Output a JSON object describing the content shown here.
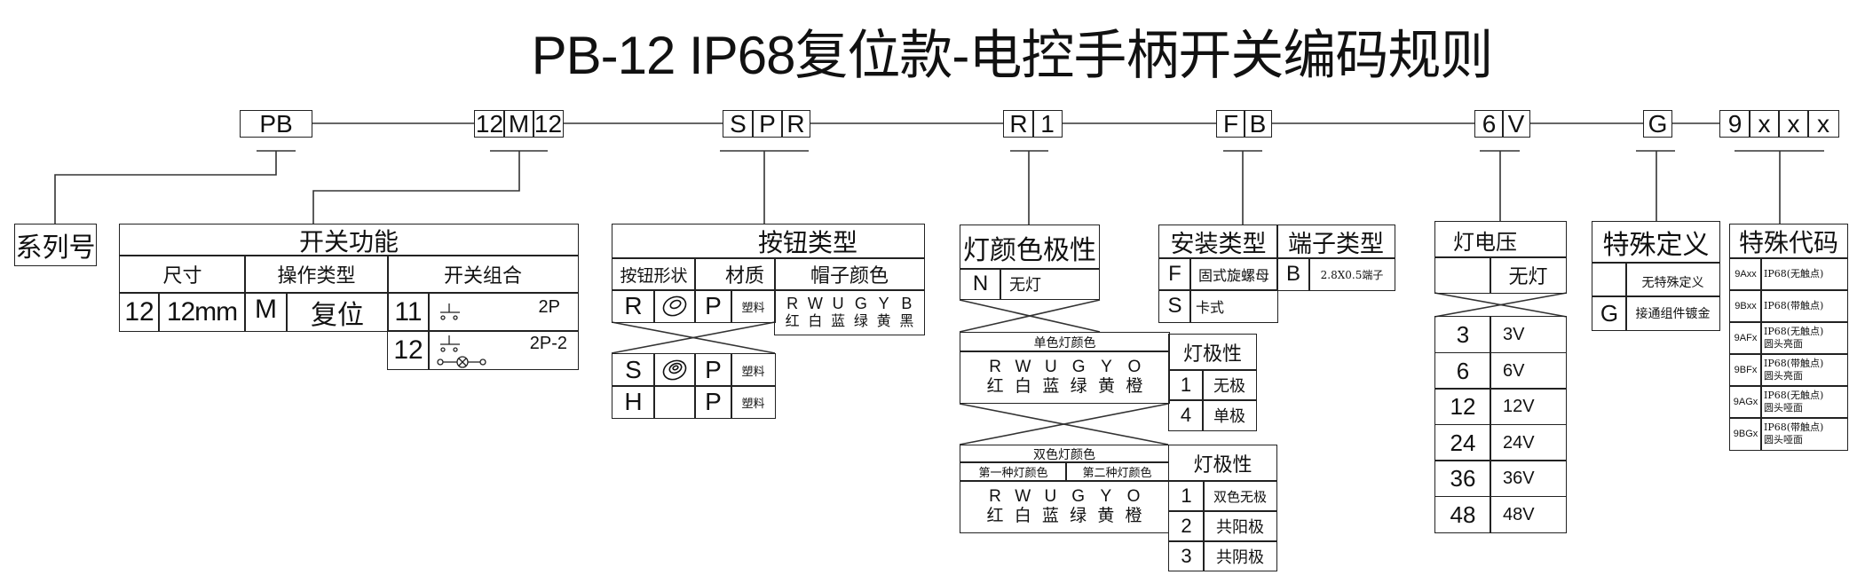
{
  "title": "PB-12 IP68复位款-电控手柄开关编码规则",
  "code_segments": [
    {
      "id": "series",
      "chars": [
        "PB"
      ]
    },
    {
      "id": "function",
      "chars": [
        "12",
        "M",
        "12"
      ]
    },
    {
      "id": "button",
      "chars": [
        "S",
        "P",
        "R"
      ]
    },
    {
      "id": "light",
      "chars": [
        "R",
        "1"
      ]
    },
    {
      "id": "install",
      "chars": [
        "F",
        "B"
      ]
    },
    {
      "id": "voltage",
      "chars": [
        "6",
        "V"
      ]
    },
    {
      "id": "special_def",
      "chars": [
        "G"
      ]
    },
    {
      "id": "special_code",
      "chars": [
        "9",
        "x",
        "x",
        "x"
      ]
    }
  ],
  "series": {
    "label": "系列号"
  },
  "switch_function": {
    "title": "开关功能",
    "headers": [
      "尺寸",
      "操作类型",
      "开关组合"
    ],
    "size": {
      "code": "12",
      "value": "12mm"
    },
    "operation": {
      "code": "M",
      "value": "复位"
    },
    "combos": [
      {
        "code": "11",
        "symbol": "switch-2p-icon",
        "value": "2P"
      },
      {
        "code": "12",
        "symbol": "switch-2p-lamp-icon",
        "value": "2P-2"
      }
    ]
  },
  "button_type": {
    "title": "按钮类型",
    "headers": [
      "按钮形状",
      "材质",
      "帽子颜色"
    ],
    "rows": [
      {
        "code": "R",
        "shape_icon": "round-button-icon",
        "material_code": "P",
        "material": "塑料"
      },
      {
        "code": "S",
        "shape_icon": "mushroom-button-icon",
        "material_code": "P",
        "material": "塑料"
      },
      {
        "code": "H",
        "shape_icon": "",
        "material_code": "P",
        "material": "塑料"
      }
    ],
    "cap_colors": {
      "codes": [
        "R",
        "W",
        "U",
        "G",
        "Y",
        "B"
      ],
      "names": [
        "红",
        "白",
        "蓝",
        "绿",
        "黄",
        "黑"
      ]
    }
  },
  "light": {
    "title": "灯颜色极性",
    "none": {
      "code": "N",
      "value": "无灯"
    },
    "single": {
      "title": "单色灯颜色",
      "codes": [
        "R",
        "W",
        "U",
        "G",
        "Y",
        "O"
      ],
      "names": [
        "红",
        "白",
        "蓝",
        "绿",
        "黄",
        "橙"
      ],
      "polarity_title": "灯极性",
      "polarity": [
        {
          "code": "1",
          "value": "无极"
        },
        {
          "code": "4",
          "value": "单极"
        }
      ]
    },
    "dual": {
      "title": "双色灯颜色",
      "sub": [
        "第一种灯颜色",
        "第二种灯颜色"
      ],
      "codes": [
        "R",
        "W",
        "U",
        "G",
        "Y",
        "O"
      ],
      "names": [
        "红",
        "白",
        "蓝",
        "绿",
        "黄",
        "橙"
      ],
      "polarity_title": "灯极性",
      "polarity": [
        {
          "code": "1",
          "value": "双色无极"
        },
        {
          "code": "2",
          "value": "共阳极"
        },
        {
          "code": "3",
          "value": "共阴极"
        }
      ]
    }
  },
  "install": {
    "title": "安装类型",
    "rows": [
      {
        "code": "F",
        "value": "固式旋螺母"
      },
      {
        "code": "S",
        "value": "卡式"
      }
    ],
    "terminal_title": "端子类型",
    "terminal": {
      "code": "B",
      "value": "2.8X0.5端子"
    }
  },
  "voltage": {
    "title": "灯电压",
    "none": {
      "code": "",
      "value": "无灯"
    },
    "rows": [
      {
        "code": "3",
        "value": "3V"
      },
      {
        "code": "6",
        "value": "6V"
      },
      {
        "code": "12",
        "value": "12V"
      },
      {
        "code": "24",
        "value": "24V"
      },
      {
        "code": "36",
        "value": "36V"
      },
      {
        "code": "48",
        "value": "48V"
      }
    ]
  },
  "special_def": {
    "title": "特殊定义",
    "rows": [
      {
        "code": "",
        "value": "无特殊定义"
      },
      {
        "code": "G",
        "value": "接通组件镀金"
      }
    ]
  },
  "special_code": {
    "title": "特殊代码",
    "rows": [
      {
        "code": "9Axx",
        "line1": "IP68(无触点)",
        "line2": ""
      },
      {
        "code": "9Bxx",
        "line1": "IP68(带触点)",
        "line2": ""
      },
      {
        "code": "9AFx",
        "line1": "IP68(无触点)",
        "line2": "圆头亮面"
      },
      {
        "code": "9BFx",
        "line1": "IP68(带触点)",
        "line2": "圆头亮面"
      },
      {
        "code": "9AGx",
        "line1": "IP68(无触点)",
        "line2": "圆头哑面"
      },
      {
        "code": "9BGx",
        "line1": "IP68(带触点)",
        "line2": "圆头哑面"
      }
    ]
  }
}
